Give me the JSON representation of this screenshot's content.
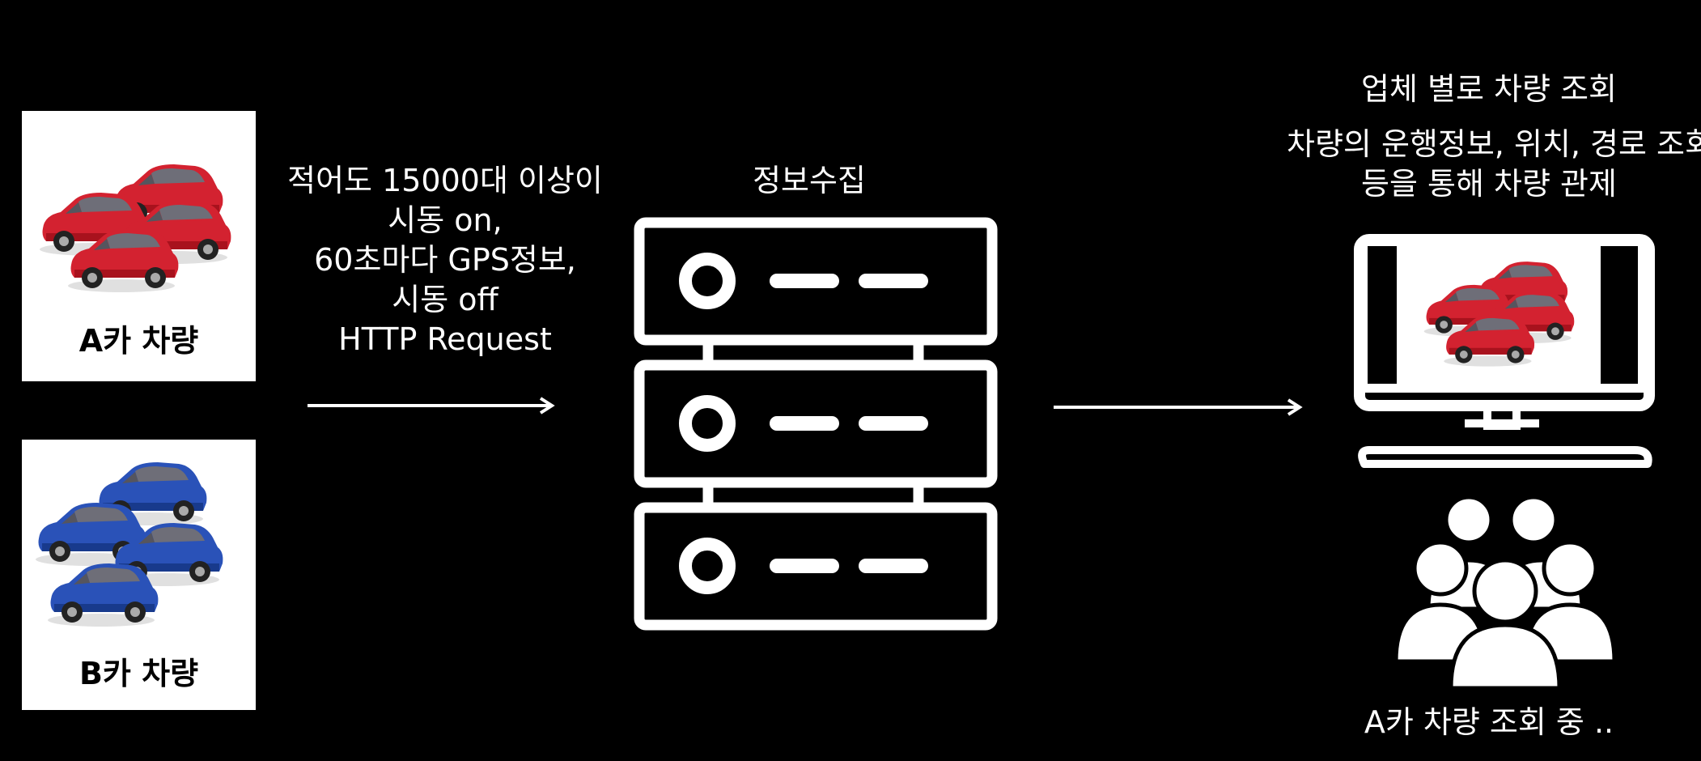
{
  "vehicle_groups": [
    {
      "label": "A카 차량",
      "color": "#d32230",
      "shade": "#a8121d"
    },
    {
      "label": "B카 차량",
      "color": "#2a52b8",
      "shade": "#183a8c"
    }
  ],
  "request_text": {
    "lines": [
      "적어도 15000대 이상이",
      "시동 on,",
      "60초마다 GPS정보,",
      "시동 off",
      "HTTP Request"
    ]
  },
  "server": {
    "label": "정보수집",
    "units": 3
  },
  "monitor": {
    "title": "업체 별로 차량 조회",
    "description_lines": [
      "차량의 운행정보, 위치, 경로 조회",
      "등을 통해 차량 관제"
    ],
    "status": "A카 차량 조회 중 .."
  },
  "colors": {
    "background": "#000000",
    "foreground": "#ffffff"
  }
}
